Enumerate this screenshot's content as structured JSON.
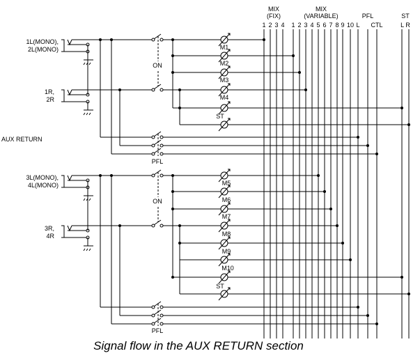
{
  "bus_header": {
    "mix_fix": {
      "title": "MIX",
      "sub": "(FIX)",
      "channels": [
        "1",
        "2",
        "3",
        "4"
      ]
    },
    "mix_variable": {
      "title": "MIX",
      "sub": "(VARIABLE)",
      "channels": [
        "1",
        "2",
        "3",
        "4",
        "5",
        "6",
        "7",
        "8",
        "9",
        "10",
        "L"
      ]
    },
    "pfl": {
      "title": "PFL",
      "sub": "CTL"
    },
    "st": {
      "title": "ST",
      "sub": "L R"
    }
  },
  "section_label": "AUX RETURN",
  "groups": [
    {
      "input_a": {
        "line1": "1L(MONO),",
        "line2": "2L(MONO)"
      },
      "input_b": {
        "line1": "1R,",
        "line2": "2R"
      },
      "on_label": "ON",
      "pfl_label": "PFL",
      "sends": [
        "M1",
        "M2",
        "M3",
        "M4",
        "ST"
      ]
    },
    {
      "input_a": {
        "line1": "3L(MONO),",
        "line2": "4L(MONO)"
      },
      "input_b": {
        "line1": "3R,",
        "line2": "4R"
      },
      "on_label": "ON",
      "pfl_label": "PFL",
      "sends": [
        "M5",
        "M6",
        "M7",
        "M8",
        "M9",
        "M10",
        "ST"
      ]
    }
  ],
  "caption": "Signal flow in the AUX RETURN section"
}
